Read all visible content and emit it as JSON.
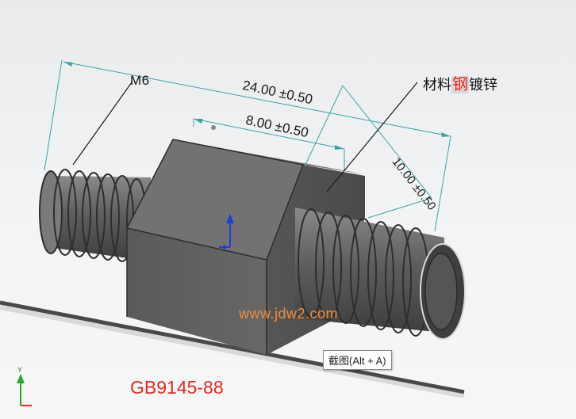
{
  "labels": {
    "thread": "M6",
    "material_prefix": "材料",
    "material_highlight": "钢",
    "material_suffix": "镀锌",
    "watermark": "www.jdw2.com",
    "standard": "GB9145-88"
  },
  "dimensions": {
    "overall_length": "24.00 ±0.50",
    "hex_length": "8.00 ±0.50",
    "hex_width": "10.00 ±0.50"
  },
  "tooltip": {
    "text": "截图(Alt + A)"
  },
  "colors": {
    "dimension_line": "#3aa3a8",
    "part_dark": "#4a4a4a",
    "part_mid": "#6b6b6b",
    "axis_y": "#2aa52a",
    "axis_z": "#1e3fd6",
    "standard_text": "#e12b22",
    "watermark_text": "#f08b3c"
  }
}
